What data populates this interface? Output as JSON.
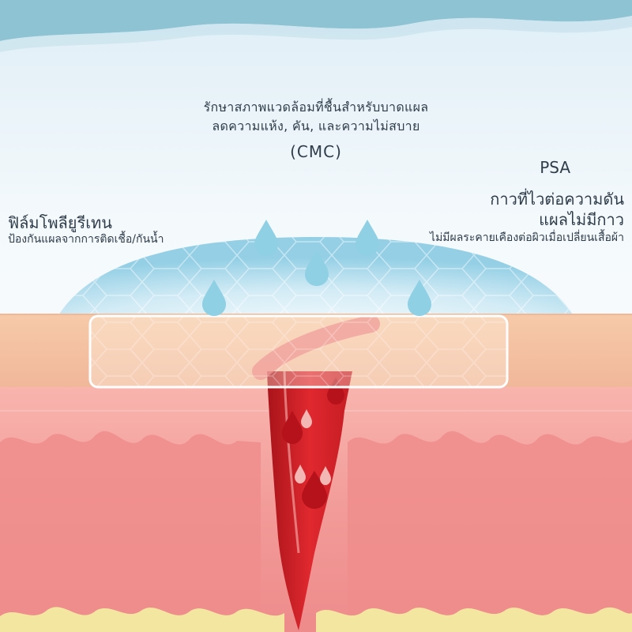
{
  "cmc": {
    "line1": "รักษาสภาพแวดล้อมที่ชื้นสำหรับบาดแผล",
    "line2": "ลดความแห้ง, คัน, และความไม่สบาย",
    "abbr": "(CMC)"
  },
  "psa": {
    "abbr": "PSA",
    "line1": "กาวที่ไวต่อความดัน",
    "line2": "แผลไม่มีกาว",
    "line3": "ไม่มีผลระคายเคืองต่อผิวเมื่อเปลี่ยนเสื้อผ้า"
  },
  "polyurethane": {
    "title": "ฟิล์มโพลียูรีเทน",
    "desc": "ป้องกันแผลจากการติดเชื้อ/กันน้ำ"
  },
  "colors": {
    "top_band": "#8ec3d4",
    "moisture_dome": "#bfe3f2",
    "droplet": "#8fd0e4",
    "skin_outer": "#f2c6a8",
    "skin_inner": "#f4a5a2",
    "dermis": "#ef8a8a",
    "wound": "#d9262e",
    "fat_layer": "#f3e6a0"
  }
}
